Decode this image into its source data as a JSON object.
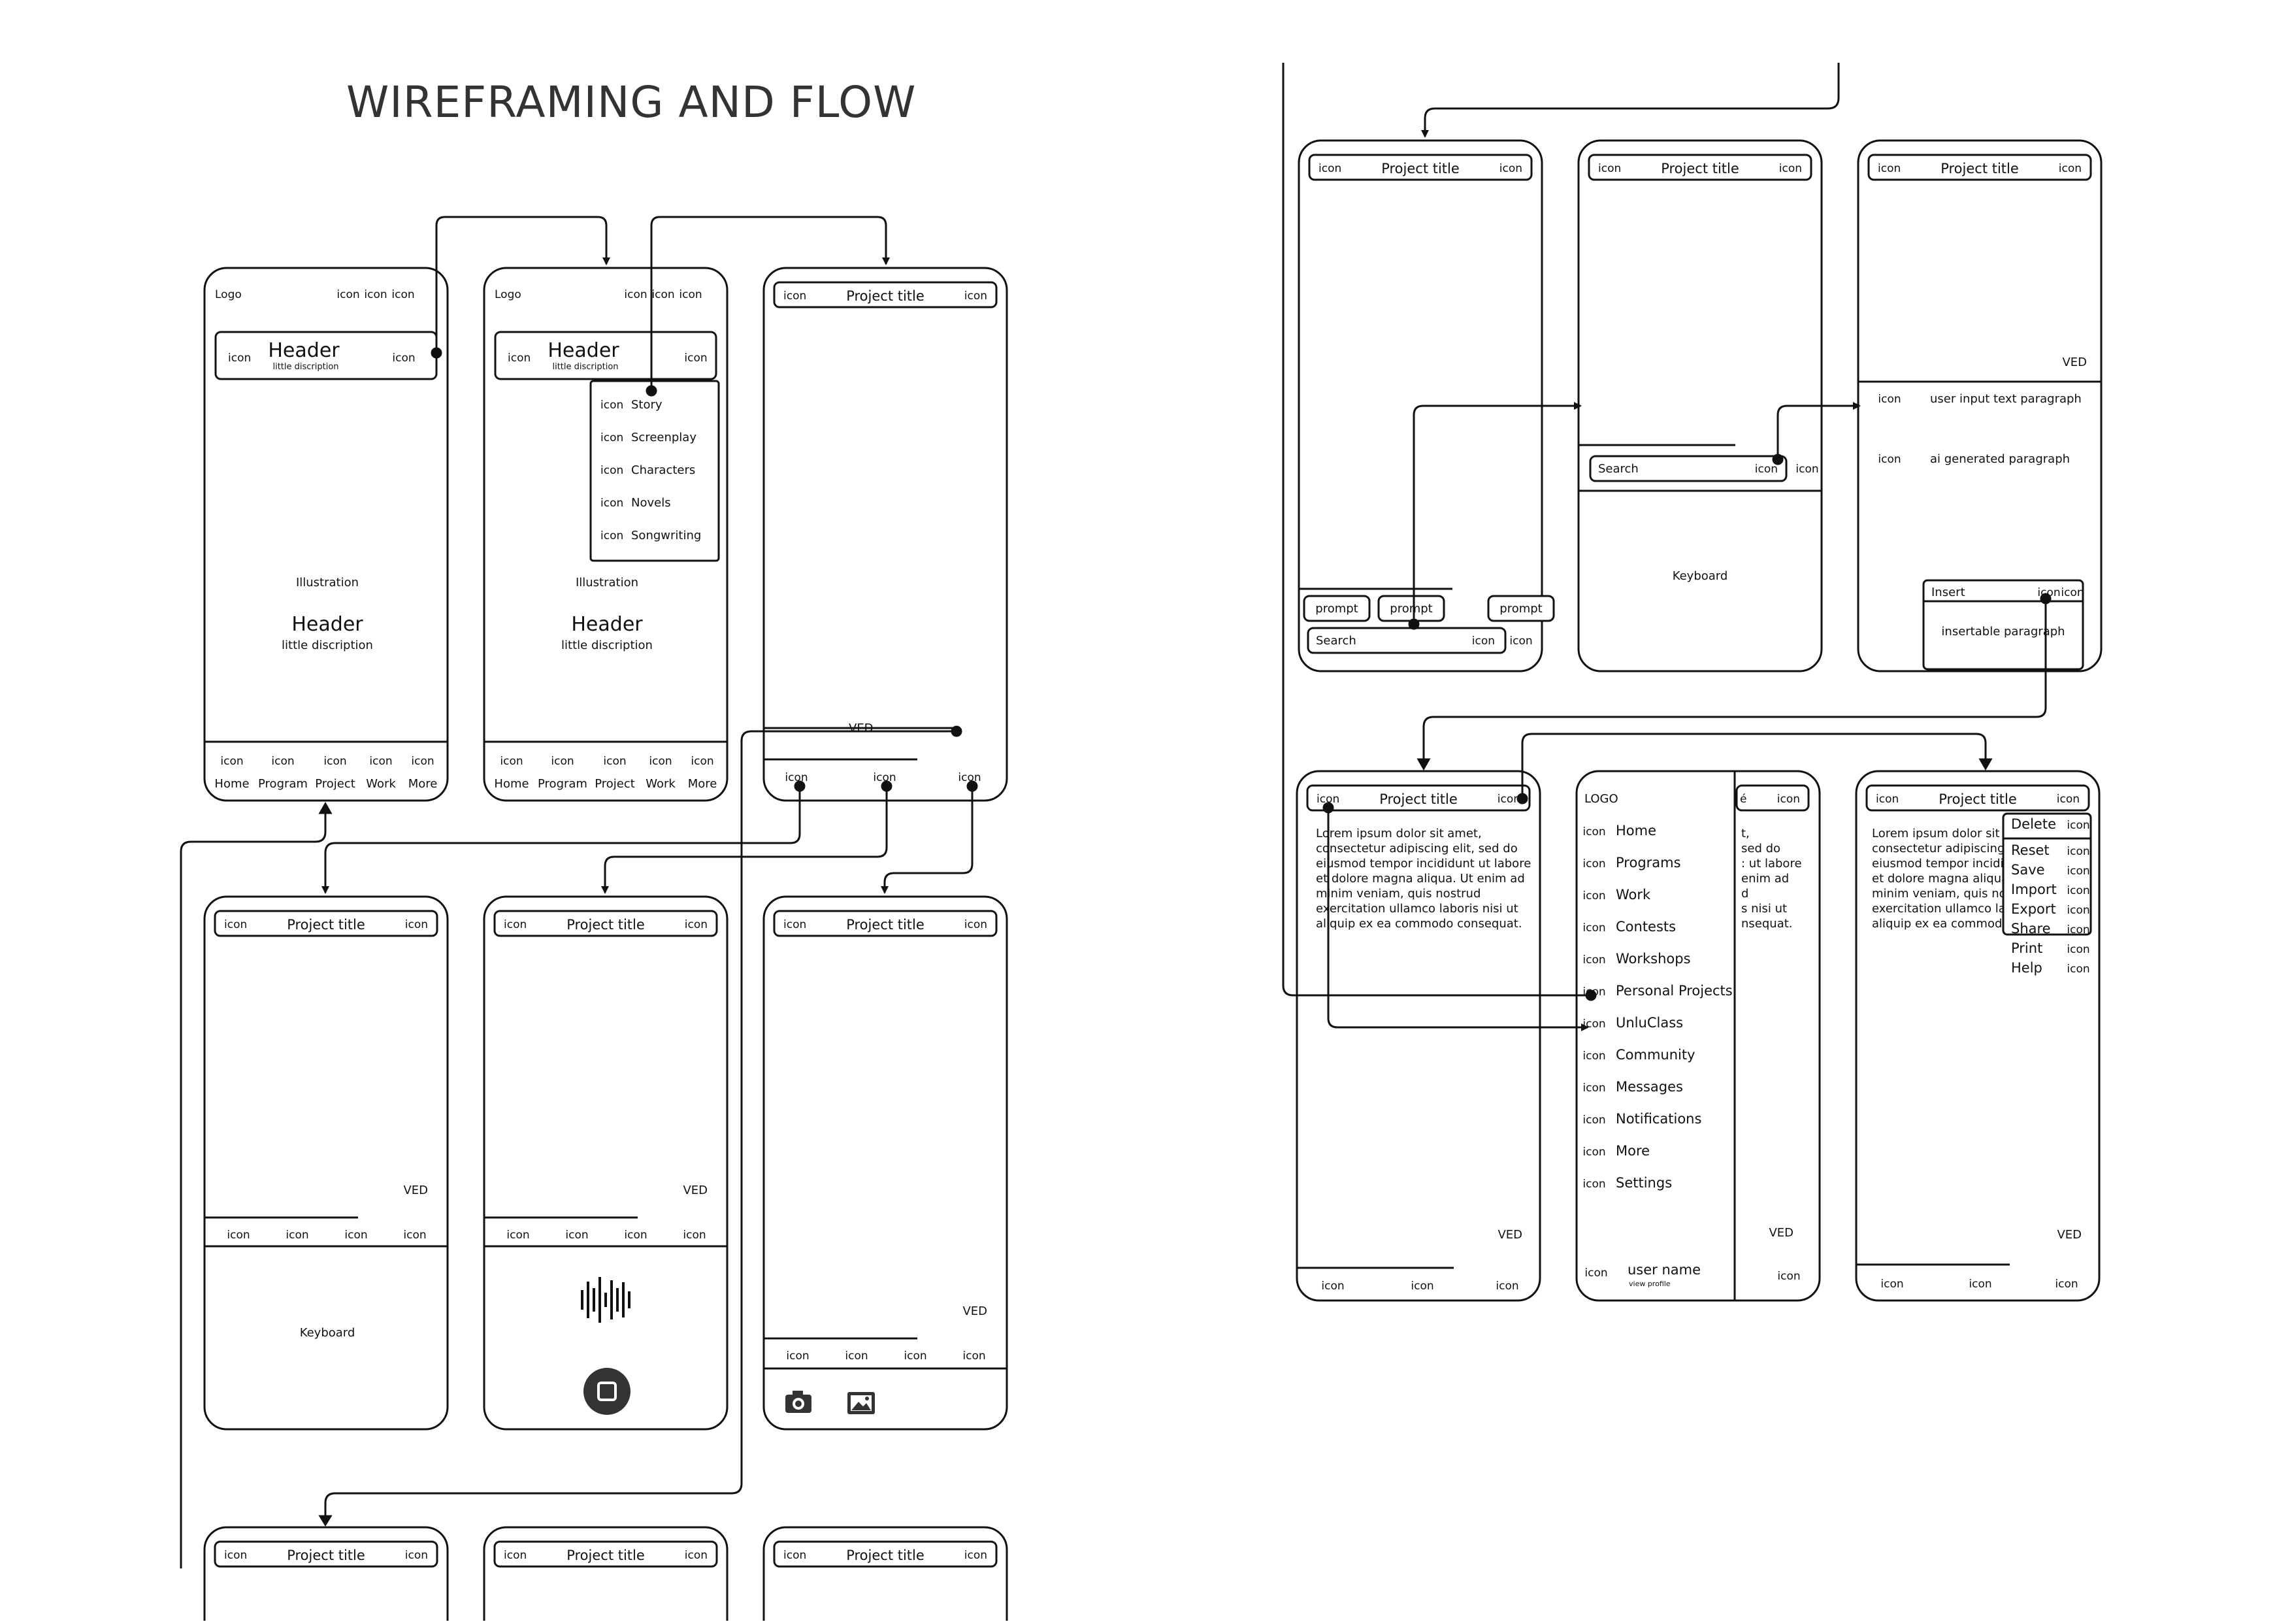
{
  "title": "WIREFRAMING AND FLOW",
  "common": {
    "logo": "Logo",
    "logo_upper": "LOGO",
    "icon": "icon",
    "project_title": "Project title",
    "header": "Header",
    "little_discription": "little discription",
    "illustration": "Illustration",
    "ved": "VED",
    "keyboard": "Keyboard",
    "search": "Search",
    "prompt": "prompt",
    "insert": "Insert",
    "insertable_paragraph": "insertable paragraph",
    "user_input_text_paragraph": "user input text paragraph",
    "ai_generated_paragraph": "ai generated paragraph",
    "user_name": "user name",
    "view_profile": "view profile"
  },
  "bottom_nav": [
    "Home",
    "Program",
    "Project",
    "Work",
    "More"
  ],
  "dropdown_items": [
    "Story",
    "Screenplay",
    "Characters",
    "Novels",
    "Songwriting"
  ],
  "side_menu": [
    "Home",
    "Programs",
    "Work",
    "Contests",
    "Workshops",
    "Personal Projects",
    "UnluClass",
    "Community",
    "Messages",
    "Notifications",
    "More",
    "Settings"
  ],
  "context_menu": [
    "Delete",
    "Reset",
    "Save",
    "Import",
    "Export",
    "Share",
    "Print",
    "Help"
  ],
  "lorem_lines": [
    "Lorem ipsum dolor sit amet,",
    "consectetur adipiscing elit, sed do",
    "eiusmod tempor incididunt ut labore",
    "et dolore magna aliqua. Ut enim ad",
    "minim veniam, quis nostrud",
    "exercitation ullamco laboris nisi ut",
    "aliquip ex ea commodo consequat."
  ],
  "peek_lines": [
    "t,",
    "sed do",
    ": ut labore",
    "enim ad",
    "d",
    "s nisi ut",
    "nsequat."
  ],
  "ctx_lorem_lines": [
    "Lorem ipsum dolor sit a",
    "consectetur adipiscing",
    "eiusmod tempor incidid",
    "et dolore magna aliqua",
    "minim veniam, quis nos",
    "exercitation ullamco la",
    "aliquip ex ea commodo"
  ]
}
